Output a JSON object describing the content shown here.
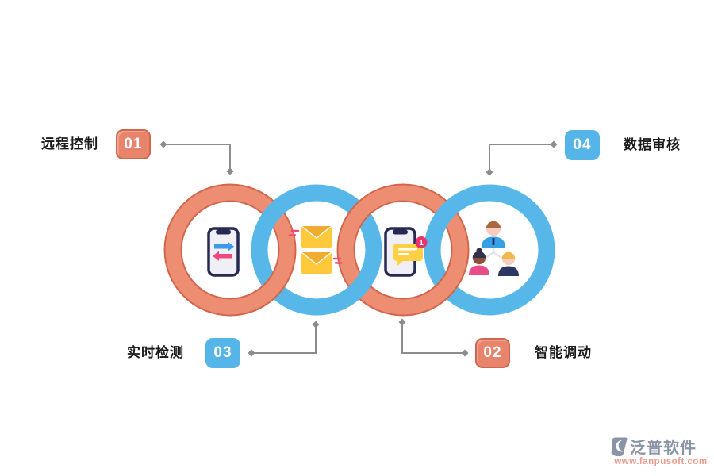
{
  "steps": [
    {
      "num": "01",
      "label": "远程控制",
      "color": "#E8846B",
      "icon": "phone-transfer",
      "position": "top-left"
    },
    {
      "num": "02",
      "label": "智能调动",
      "color": "#E8846B",
      "icon": "phone-chat",
      "position": "bottom-right"
    },
    {
      "num": "03",
      "label": "实时检测",
      "color": "#55B5E8",
      "icon": "mail",
      "position": "bottom-left"
    },
    {
      "num": "04",
      "label": "数据审核",
      "color": "#55B5E8",
      "icon": "team",
      "position": "top-right"
    }
  ],
  "phone_chat_badge": "1",
  "footer": {
    "brand": "泛普软件",
    "url": "www.fanpusoft.com"
  },
  "colors": {
    "ring_orange": "#ED8D72",
    "ring_orange_border": "#D2664C",
    "ring_blue": "#57B7E9",
    "connector_gray": "#8C8C8C",
    "label_text": "#1a1a1a",
    "badge_text": "#ffffff",
    "envelope_yellow": "#FFC93B",
    "envelope_flap": "#F2AD31",
    "accent_pink": "#F0487E",
    "accent_blue_arrow": "#3B9BE8",
    "bubble_yellow": "#FFD043",
    "notification_red": "#E8346E",
    "brand_text": "#8B94A6",
    "brand_url": "#E89C8C"
  }
}
